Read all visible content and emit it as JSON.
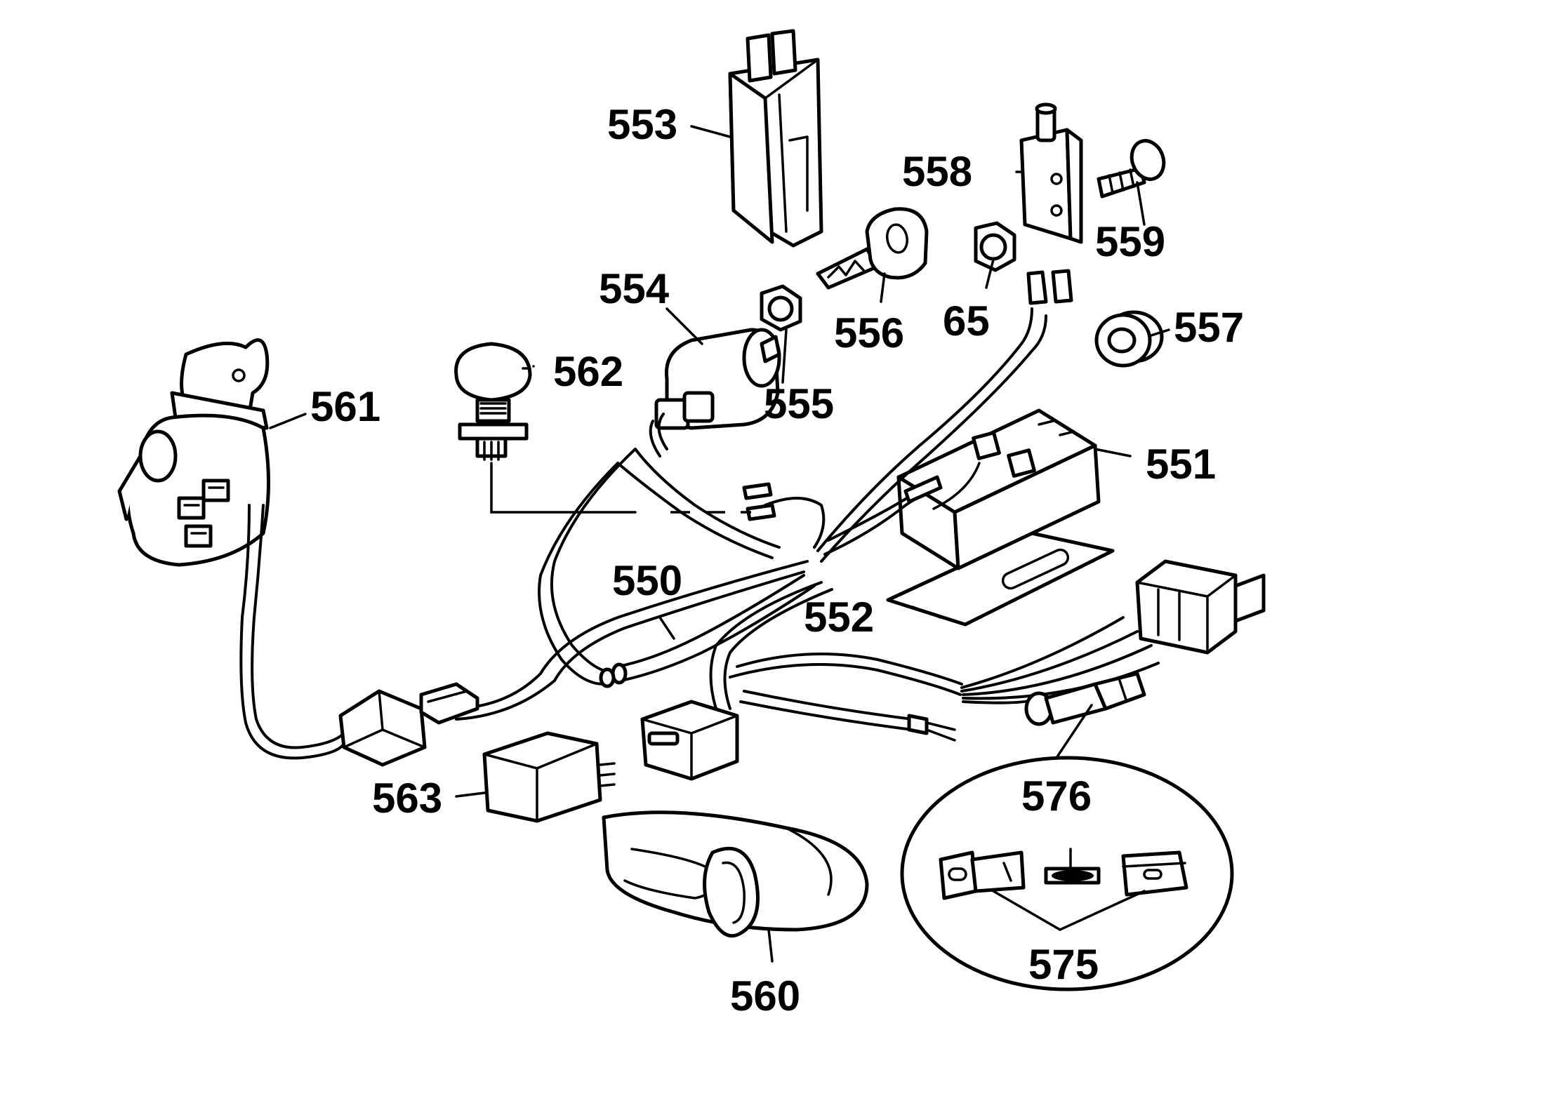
{
  "colors": {
    "ink": "#000000",
    "paper": "#ffffff"
  },
  "callouts": {
    "c550": "550",
    "c551": "551",
    "c552": "552",
    "c553": "553",
    "c554": "554",
    "c555": "555",
    "c556": "556",
    "c557": "557",
    "c558": "558",
    "c559": "559",
    "c560": "560",
    "c561": "561",
    "c562": "562",
    "c563": "563",
    "c65": "65",
    "c575": "575",
    "c576": "576"
  }
}
